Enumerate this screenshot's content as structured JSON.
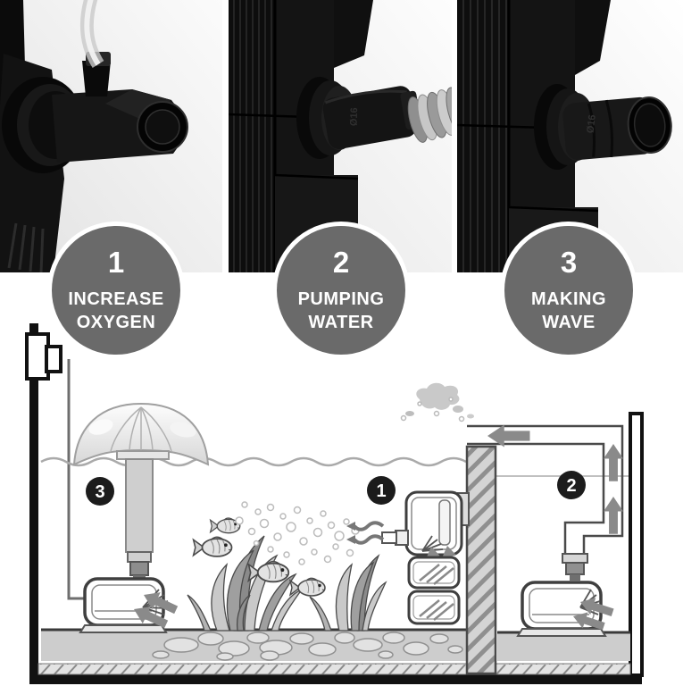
{
  "features": [
    {
      "number": "1",
      "line1": "INCREASE",
      "line2": "OXYGEN"
    },
    {
      "number": "2",
      "line1": "PUMPING",
      "line2": "WATER"
    },
    {
      "number": "3",
      "line1": "MAKING",
      "line2": "WAVE"
    }
  ],
  "diagram": {
    "badge_1": "1",
    "badge_2": "2",
    "badge_3": "3"
  },
  "markings": {
    "nozzle_diameter": "Ø16"
  },
  "colors": {
    "feature_circle": "#6a6a6a",
    "feature_text": "#ffffff",
    "badge": "#1c1c1c",
    "line_art": "#4a4a4a",
    "flow_arrow": "#8a8a8a",
    "water_line": "#aaaaaa",
    "pump_black": "#121212",
    "photo_background": "#f0f0f0"
  }
}
